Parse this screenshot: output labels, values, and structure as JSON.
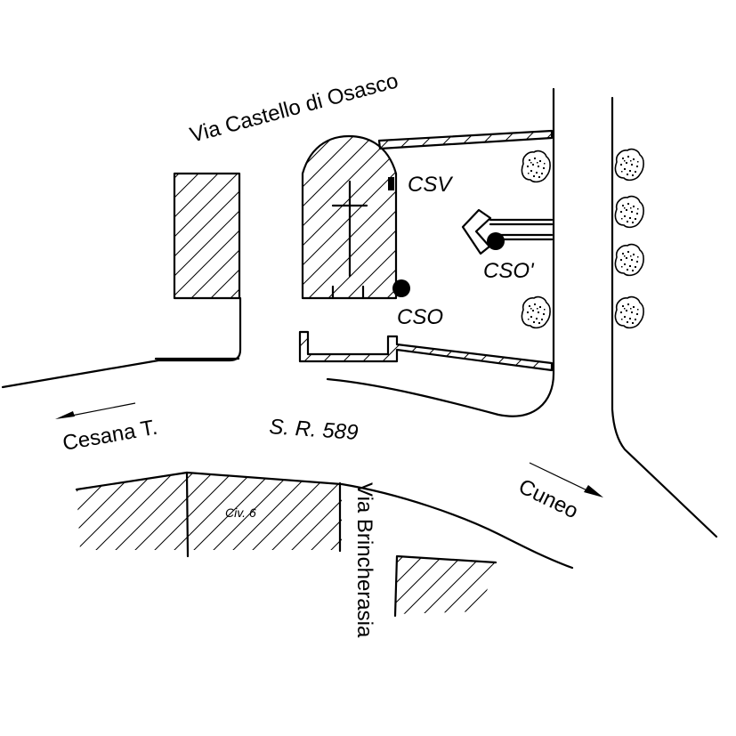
{
  "map": {
    "title": "Site plan",
    "colors": {
      "ink": "#000000",
      "background": "#ffffff"
    },
    "labels": {
      "street_north": "Via Castello di Osasco",
      "road_main": "S. R. 589",
      "direction_west": "Cesana T.",
      "direction_east": "Cuneo",
      "street_south": "Via Brincherasia",
      "building_civic": "Civ. 6"
    },
    "points": [
      {
        "id": "CSV",
        "label": "CSV",
        "type": "marker-square"
      },
      {
        "id": "CSO",
        "label": "CSO",
        "type": "marker-dot"
      },
      {
        "id": "CSO_prime",
        "label": "CSO'",
        "type": "marker-dot"
      }
    ],
    "legend_symbols": {
      "church": "cross-icon",
      "tree": "tree-icon",
      "building": "hatched-building",
      "arrow": "direction-arrow-icon"
    },
    "trees": {
      "west_row_count": 2,
      "east_row_count": 4
    }
  }
}
